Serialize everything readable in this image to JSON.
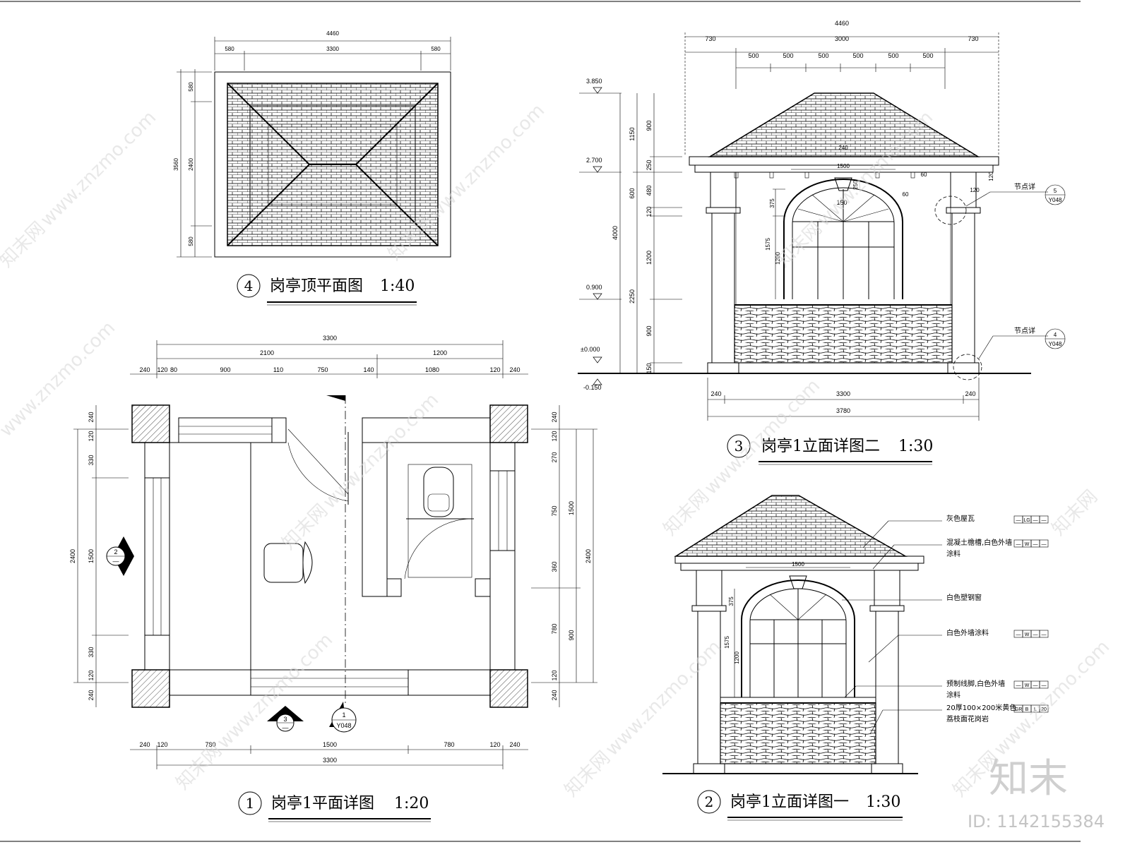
{
  "roof_plan": {
    "number": "4",
    "title": "岗亭顶平面图",
    "scale": "1:40",
    "dims_top": [
      "4460",
      "580",
      "3300",
      "580"
    ],
    "dims_left": [
      "3560",
      "580",
      "2400",
      "580"
    ]
  },
  "floor_plan": {
    "number": "1",
    "title": "岗亭1平面详图",
    "scale": "1:20",
    "dims_top_overall": "3300",
    "dims_top_mid": [
      "2100",
      "1200"
    ],
    "dims_top_detail": [
      "240",
      "120",
      "80",
      "900",
      "110",
      "750",
      "140",
      "1080",
      "120",
      "240"
    ],
    "dims_bottom_detail": [
      "240",
      "120",
      "780",
      "1500",
      "780",
      "120",
      "240"
    ],
    "dims_bottom_overall": "3300",
    "dims_left_detail": [
      "240",
      "120",
      "330",
      "1500",
      "330",
      "120",
      "240"
    ],
    "dims_left_overall": "2400",
    "dims_right_detail": [
      "240",
      "120",
      "270",
      "750",
      "360",
      "780",
      "120",
      "240"
    ],
    "dims_right_mid": [
      "1500",
      "900"
    ],
    "dims_right_overall": "2400",
    "section_mark_left": {
      "top": "2",
      "bottom": "—"
    },
    "section_mark_bottom": {
      "top": "3",
      "bottom": "—"
    },
    "detail_mark_bottom": {
      "top": "1",
      "bottom": "Y048"
    }
  },
  "elev2": {
    "number": "3",
    "title": "岗亭1立面详图二",
    "scale": "1:30",
    "dims_top_overall": "4460",
    "dims_top_mid": [
      "730",
      "3000",
      "730"
    ],
    "dims_top_detail": [
      "500",
      "500",
      "500",
      "500",
      "500",
      "500"
    ],
    "levels": [
      "3.850",
      "2.700",
      "0.900",
      "±0.000",
      "-0.150"
    ],
    "dims_left_a": [
      "1150",
      "600",
      "2250"
    ],
    "dims_left_b": [
      "900",
      "250",
      "480",
      "120",
      "1200",
      "900",
      "150"
    ],
    "dims_left_total": "4000",
    "dims_inner": [
      "375",
      "1575",
      "1200"
    ],
    "dims_bottom": [
      "240",
      "3300",
      "240"
    ],
    "dims_bottom_overall": "3780",
    "dims_misc": [
      "1500",
      "250",
      "60",
      "150",
      "60",
      "120",
      "120",
      "240"
    ],
    "detail_tag_label": "节点详",
    "detail_tag_a": {
      "top": "5",
      "bottom": "Y048"
    },
    "detail_tag_b": {
      "top": "4",
      "bottom": "Y048"
    }
  },
  "elev1": {
    "number": "2",
    "title": "岗亭1立面详图一",
    "scale": "1:30",
    "dims_inner": [
      "1500",
      "375",
      "1575",
      "1200"
    ],
    "notes": [
      {
        "text": "灰色屋瓦",
        "codes": [
          "—",
          "LG",
          "—",
          "—"
        ]
      },
      {
        "text": "混凝土檐槽,白色外墙",
        "text2": "涂料",
        "codes": [
          "—",
          "W",
          "—",
          "—"
        ]
      },
      {
        "text": "白色塑钢窗",
        "codes": []
      },
      {
        "text": "白色外墙涂料",
        "codes": [
          "—",
          "W",
          "—",
          "—"
        ]
      },
      {
        "text": "预制线脚,白色外墙",
        "text2": "涂料",
        "codes": [
          "—",
          "W",
          "—",
          "—"
        ]
      },
      {
        "text": "20厚100×200米黄色",
        "text2": "荔枝面花岗岩",
        "codes": [
          "GR",
          "B",
          "L",
          "20"
        ]
      }
    ]
  },
  "watermark": {
    "site": "www.znzmo.com",
    "brand": "知末网",
    "logo_text": "知末",
    "id_label": "ID: 1142155384"
  }
}
